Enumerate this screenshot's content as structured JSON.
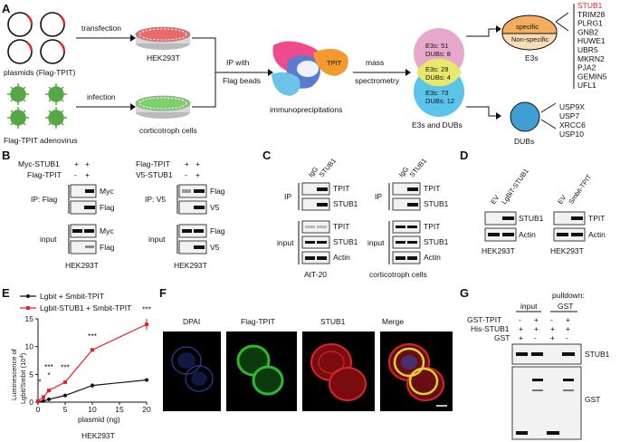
{
  "panels": {
    "A": {
      "label": "A",
      "plasmids": "plasmids (Flag-TPIT)",
      "transfection": "transfection",
      "hek": "HEK293T",
      "adeno": "Flag-TPIT adenovirus",
      "infection": "infection",
      "cortico": "corticotroph cells",
      "ip1": "IP with",
      "ip2": "Flag beads",
      "ip_product": "immunoprecipitations",
      "tpit": "TPIT",
      "mass1": "mass",
      "mass2": "spectrometry",
      "venn": {
        "top1": "E3s: 51",
        "top2": "DUBs: 8",
        "mid1": "E3s: 29",
        "mid2": "DUBs: 4",
        "bot1": "E3s: 73",
        "bot2": "DUBs: 12"
      },
      "venn_title": "E3s and DUBs",
      "e3_specific": "specific",
      "e3_nonspecific": "Non-specific",
      "e3s": "E3s",
      "dubs": "DUBs",
      "e3_list": [
        "STUB1",
        "TRIM28",
        "PLRG1",
        "GNB2",
        "HUWE1",
        "UBR5",
        "MKRN2",
        "PJA2",
        "GEMIN5",
        "UFL1"
      ],
      "dub_list": [
        "USP9X",
        "USP7",
        "XRCC6",
        "USP10"
      ]
    },
    "B": {
      "label": "B",
      "left": {
        "row1": "Myc-STUB1",
        "row2": "Flag-TPIT",
        "s1": [
          "+",
          "+"
        ],
        "s2": [
          "-",
          "+"
        ],
        "ip": "IP: Flag",
        "ip_b1": "Myc",
        "ip_b2": "Flag",
        "input": "input",
        "in_b1": "Myc",
        "in_b2": "Flag",
        "cell": "HEK293T"
      },
      "right": {
        "row1": "Flag-TPIT",
        "row2": "V5-STUB1",
        "s1": [
          "+",
          "+"
        ],
        "s2": [
          "-",
          "+"
        ],
        "ip": "IP: V5",
        "ip_b1": "Flag",
        "ip_b2": "V5",
        "input": "input",
        "in_b1": "Flag",
        "in_b2": "V5",
        "cell": "HEK293T"
      }
    },
    "C": {
      "label": "C",
      "igg": "IgG",
      "stub1": "STUB1",
      "ip": "IP",
      "input": "input",
      "bands": [
        "TPIT",
        "STUB1",
        "TPIT",
        "STUB1",
        "Actin"
      ],
      "cell_left": "AtT-20",
      "cell_right": "corticotroph  cells"
    },
    "D": {
      "label": "D",
      "left": {
        "ev": "EV",
        "construct": "LgBiT-STUB1",
        "b1": "STUB1",
        "b2": "Actin",
        "cell": "HEK293T"
      },
      "right": {
        "ev": "EV",
        "construct": "Smbit-TPIT",
        "b1": "TPIT",
        "b2": "Actin",
        "cell": "HEK293T"
      }
    },
    "E": {
      "label": "E",
      "legend1": "Lgbit + Smbit-TPIT",
      "legend2": "Lgbit-STUB1 + Smbit-TPIT",
      "ylabel_1": "Luminescence of",
      "ylabel_2": "Lgbit/Smbit (10",
      "ylabel_sup": "4",
      "ylabel_3": ")",
      "xlabel": "plasmid (ng)",
      "cell": "HEK293T",
      "sig": [
        "*",
        "*",
        "***",
        "***",
        "***",
        "***"
      ]
    },
    "F": {
      "label": "F",
      "titles": [
        "DPAI",
        "Flag-TPIT",
        "STUB1",
        "Merge"
      ]
    },
    "G": {
      "label": "G",
      "pulldown": "pulldown:",
      "input": "input",
      "gst_hdr": "GST",
      "rows": [
        "GST-TPIT",
        "His-STUB1",
        "GST"
      ],
      "signs": [
        [
          "-",
          "+",
          "-",
          "+"
        ],
        [
          "+",
          "+",
          "+",
          "+"
        ],
        [
          "+",
          "-",
          "+",
          "-"
        ]
      ],
      "b_stub1": "STUB1",
      "b_gst": "GST"
    }
  },
  "chart_data": {
    "type": "line",
    "title": "",
    "xlabel": "plasmid (ng)",
    "ylabel": "Luminescence of Lgbit/Smbit (10^4)",
    "x": [
      0,
      1,
      2,
      5,
      10,
      20
    ],
    "xlim": [
      0,
      20
    ],
    "ylim": [
      0,
      15
    ],
    "xticks": [
      0,
      5,
      10,
      15,
      20
    ],
    "yticks": [
      0,
      5,
      10,
      15
    ],
    "series": [
      {
        "name": "Lgbit + Smbit-TPIT",
        "color": "#111111",
        "values": [
          0.1,
          0.2,
          0.5,
          1.2,
          3.0,
          4.0
        ]
      },
      {
        "name": "Lgbit-STUB1 + Smbit-TPIT",
        "color": "#e8202a",
        "values": [
          0.2,
          0.9,
          2.1,
          3.6,
          9.4,
          14.0
        ]
      }
    ],
    "legend": "top-left"
  },
  "colors": {
    "red": "#e8202a",
    "dish": "#e86a6a",
    "virus": "#55a845",
    "venn_pink": "#e8a8cc",
    "venn_blue": "#5bc4ea",
    "venn_yellow": "#e8e86a",
    "e3_orange": "#f2ae5e",
    "dub_blue": "#3f9fd3",
    "fitc": "#2db82d",
    "dapi": "#2b3f9a",
    "stub": "#d8262a"
  }
}
